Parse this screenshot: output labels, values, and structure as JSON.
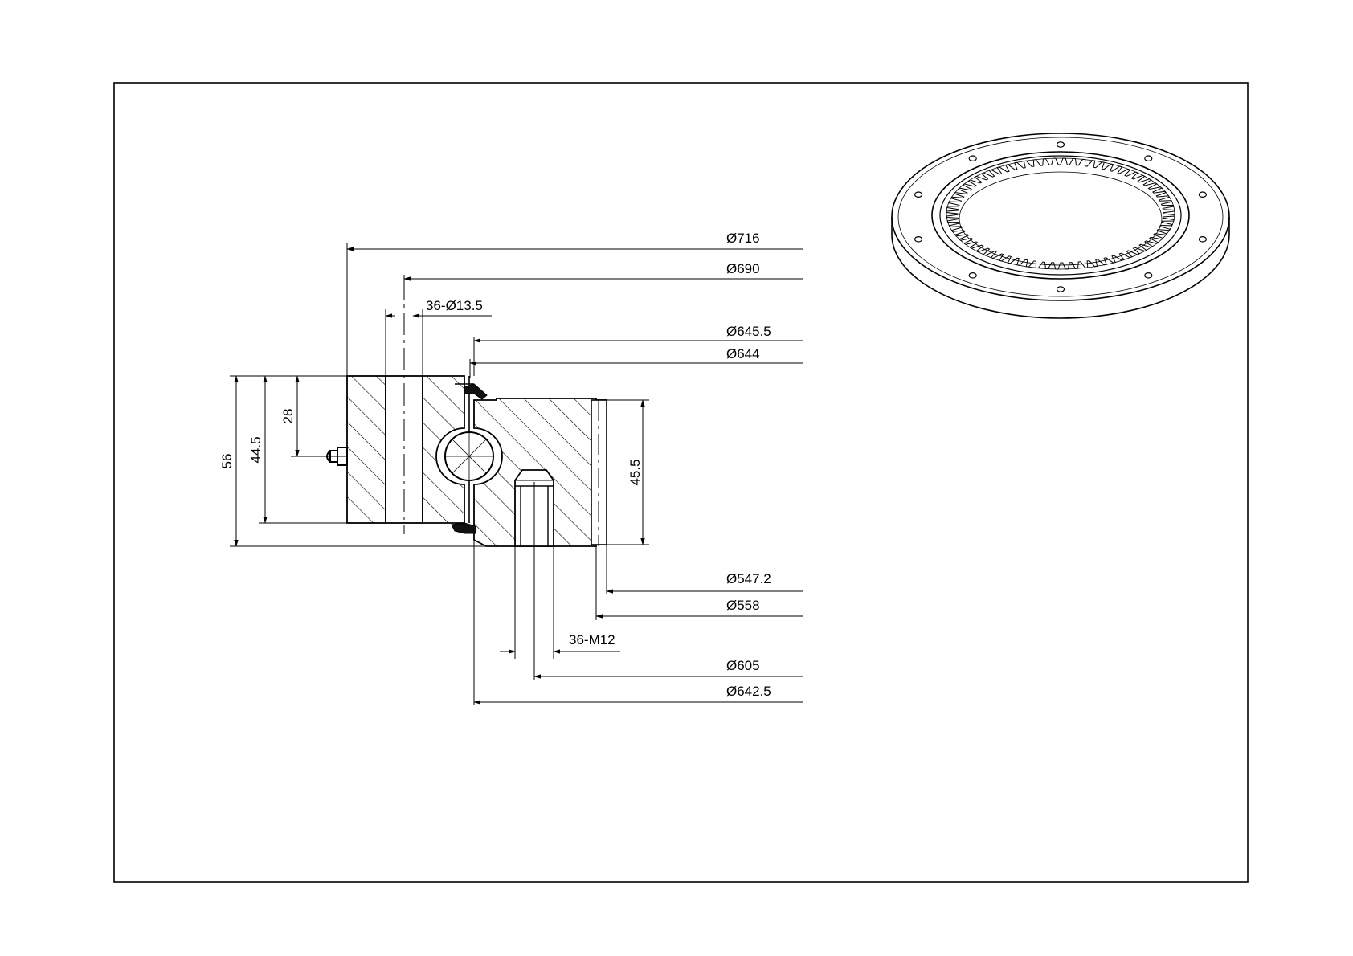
{
  "drawing": {
    "type": "slewing bearing cross-section with internal gear",
    "line_color": "#000000",
    "background": "#ffffff",
    "seal_color": "#111111"
  },
  "diameters": {
    "d716": "Ø716",
    "d690": "Ø690",
    "holes": "36-Ø13.5",
    "d6455": "Ø645.5",
    "d644": "Ø644",
    "d5472": "Ø547.2",
    "d558": "Ø558",
    "threads": "36-M12",
    "d605": "Ø605",
    "d6425": "Ø642.5"
  },
  "heights": {
    "h56": "56",
    "h445": "44.5",
    "h28": "28",
    "h455": "45.5"
  },
  "iso_view": {
    "bolt_holes_visible": 10,
    "gear_teeth": 72
  }
}
